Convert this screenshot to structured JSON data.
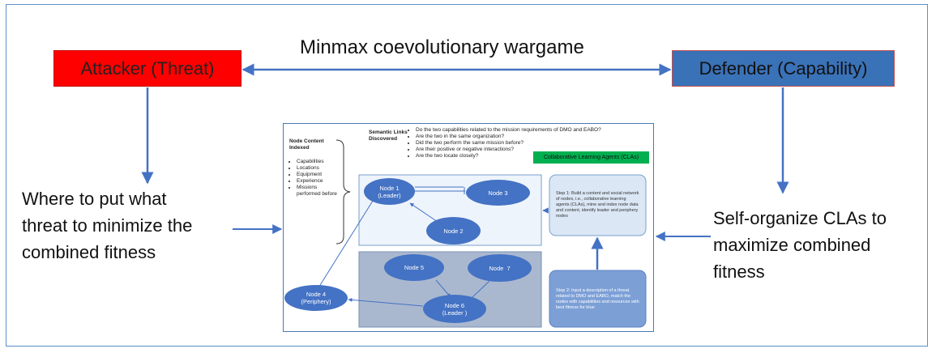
{
  "title": "Minmax coevolutionary wargame",
  "attacker": {
    "label": "Attacker (Threat)",
    "fill": "#ff0000"
  },
  "defender": {
    "label": "Defender (Capability)",
    "fill": "#3a72b8"
  },
  "left_text": [
    "Where to put what",
    "threat to minimize the",
    "combined fitness"
  ],
  "right_text": [
    "Self-organize CLAs to",
    "maximize combined",
    "fitness"
  ],
  "inset": {
    "node_content_title": "Node Content Indexed",
    "node_content_items": [
      "Capabilities",
      "Locations",
      "Equipment",
      "Experience",
      "Missions performed before"
    ],
    "semantic_title": "Semantic Links Discovered",
    "semantic_items": [
      "Do the two capabilities related to the mission requirements of DMO and EABO?",
      "Are the two in the same organization?",
      "Did the two perform the same mission before?",
      "Are their positive or negative interactions?",
      "Are the two locate closely?"
    ],
    "cla_label": "Collaborative Learning Agents (CLAs)",
    "nodes": {
      "n1": "Node 1\n(Leader)",
      "n2": "Node 2",
      "n3": "Node 3",
      "n4": "Node 4\n(Periphery)",
      "n5": "Node 5",
      "n6": "Node 6\n(Leader )",
      "n7": "Node  7"
    },
    "step1": "Step 1: Build a content and social network of nodes, i.e., collaborative learning agents (CLAs), mine and index node data and content, identify leader and periphery nodes",
    "step2": "Step 2: Input a description of a threat related to DMO and EABO, match the nodes with  capabilities and resources with best fitness for blue"
  }
}
